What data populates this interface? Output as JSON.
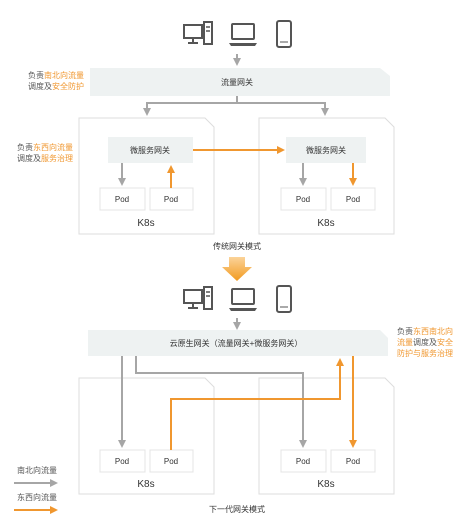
{
  "top": {
    "left_note": {
      "line1_prefix": "负责",
      "line1_highlight": "南北向流量",
      "line2_prefix": "调度及",
      "line2_highlight": "安全防护"
    },
    "traffic_gateway": "流量网关",
    "cluster_note": {
      "line1_prefix": "负责",
      "line1_highlight": "东西向流量",
      "line2_prefix": "调度及",
      "line2_highlight": "服务治理"
    },
    "micro_gateway": "微服务网关",
    "pod": "Pod",
    "k8s": "K8s",
    "caption": "传统网关模式"
  },
  "bottom": {
    "cloud_gateway": "云原生网关（流量网关+微服务网关）",
    "right_note": {
      "line1_prefix": "负责",
      "line1_highlight": "东西南北向",
      "line2_highlight": "流量",
      "line2_suffix": "调度及",
      "line2_highlight2": "安全",
      "line3_highlight": "防护与服务治理"
    },
    "pod": "Pod",
    "k8s": "K8s",
    "caption": "下一代网关模式"
  },
  "legend": {
    "north_south": "南北向流量",
    "east_west": "东西向流量"
  },
  "colors": {
    "gray_arrow": "#a6a6a6",
    "orange_arrow": "#f0972f",
    "box_fill": "#eef2f2",
    "cluster_border": "#dddddd"
  },
  "icons": [
    "desktop-icon",
    "laptop-icon",
    "phone-icon"
  ]
}
